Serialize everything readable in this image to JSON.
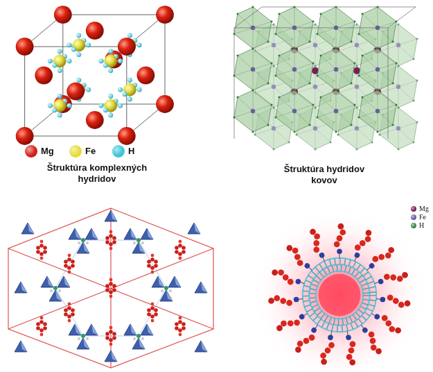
{
  "diagram": {
    "labels": [
      "Štruktúra komplexných hydridov",
      "Štruktúra hydridov kovov"
    ],
    "legend": [
      {
        "text": "Mg",
        "color": "#d21e12"
      },
      {
        "text": "Fe",
        "color": "#e6dc3a"
      },
      {
        "text": "H",
        "color": "#3cc4d6"
      },
      {
        "text": "Mg",
        "color": "#7b1c55"
      },
      {
        "text": "Fe",
        "color": "#6b5e9e"
      },
      {
        "text": "H",
        "color": "#3a8a4a"
      }
    ]
  }
}
